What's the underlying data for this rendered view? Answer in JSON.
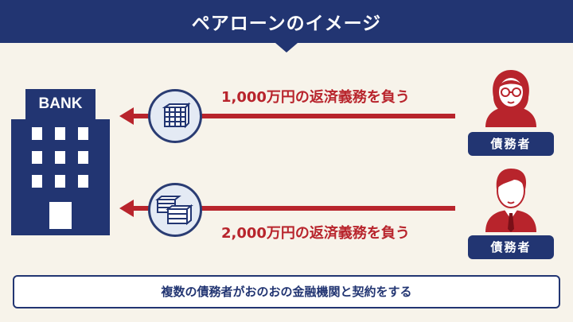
{
  "title": "ペアローンのイメージ",
  "bank": {
    "label": "BANK",
    "icon": "bank-building-icon"
  },
  "rows": [
    {
      "amount_text": "1,000万円の返済義務を負う",
      "badge": "債務者",
      "person_icon": "woman-icon",
      "money_icon": "money-stack-icon"
    },
    {
      "amount_text": "2,000万円の返済義務を負う",
      "badge": "債務者",
      "person_icon": "man-icon",
      "money_icon": "money-stacks-icon"
    }
  ],
  "footer": "複数の債務者がおのおの金融機関と契約をする",
  "colors": {
    "navy": "#223572",
    "red": "#b8242c",
    "background": "#f7f3ea"
  }
}
